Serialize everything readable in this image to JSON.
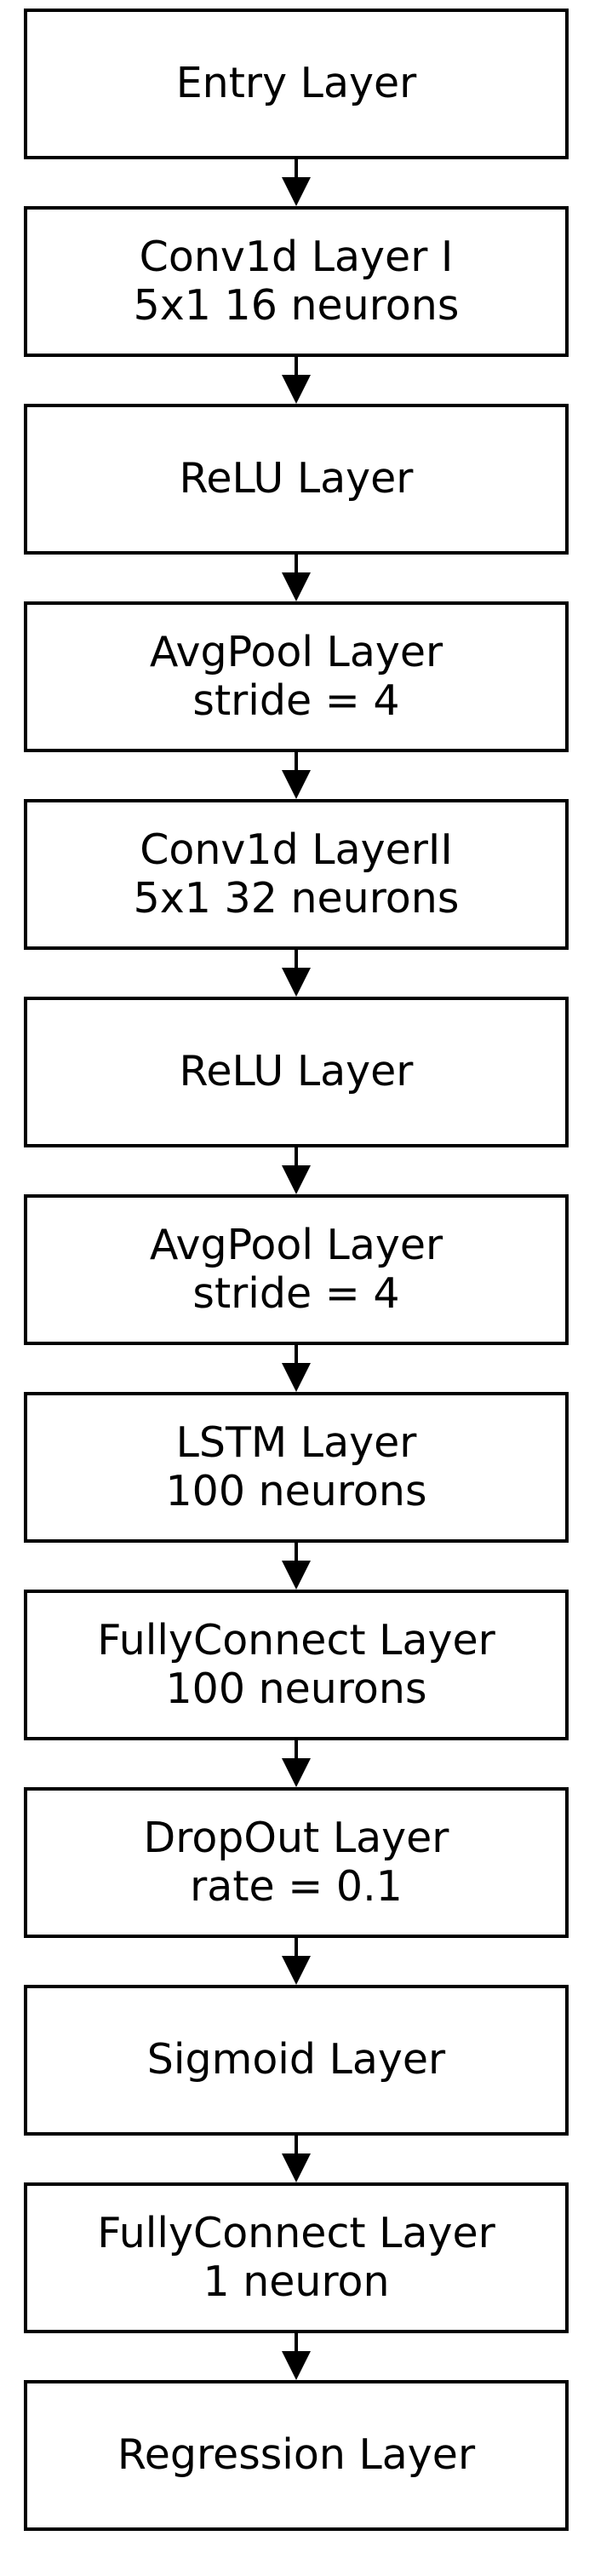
{
  "diagram": {
    "layers": [
      {
        "lines": [
          "Entry Layer"
        ]
      },
      {
        "lines": [
          "Conv1d Layer I",
          "5x1 16 neurons"
        ]
      },
      {
        "lines": [
          "ReLU Layer"
        ]
      },
      {
        "lines": [
          "AvgPool Layer",
          "stride = 4"
        ]
      },
      {
        "lines": [
          "Conv1d LayerII",
          "5x1 32 neurons"
        ]
      },
      {
        "lines": [
          "ReLU Layer"
        ]
      },
      {
        "lines": [
          "AvgPool Layer",
          "stride = 4"
        ]
      },
      {
        "lines": [
          "LSTM Layer",
          "100 neurons"
        ]
      },
      {
        "lines": [
          "FullyConnect Layer",
          "100 neurons"
        ]
      },
      {
        "lines": [
          "DropOut Layer",
          "rate = 0.1"
        ]
      },
      {
        "lines": [
          "Sigmoid Layer"
        ]
      },
      {
        "lines": [
          "FullyConnect Layer",
          "1 neuron"
        ]
      },
      {
        "lines": [
          "Regression Layer"
        ]
      }
    ],
    "colors": {
      "stroke": "#000000",
      "background": "#ffffff"
    }
  }
}
